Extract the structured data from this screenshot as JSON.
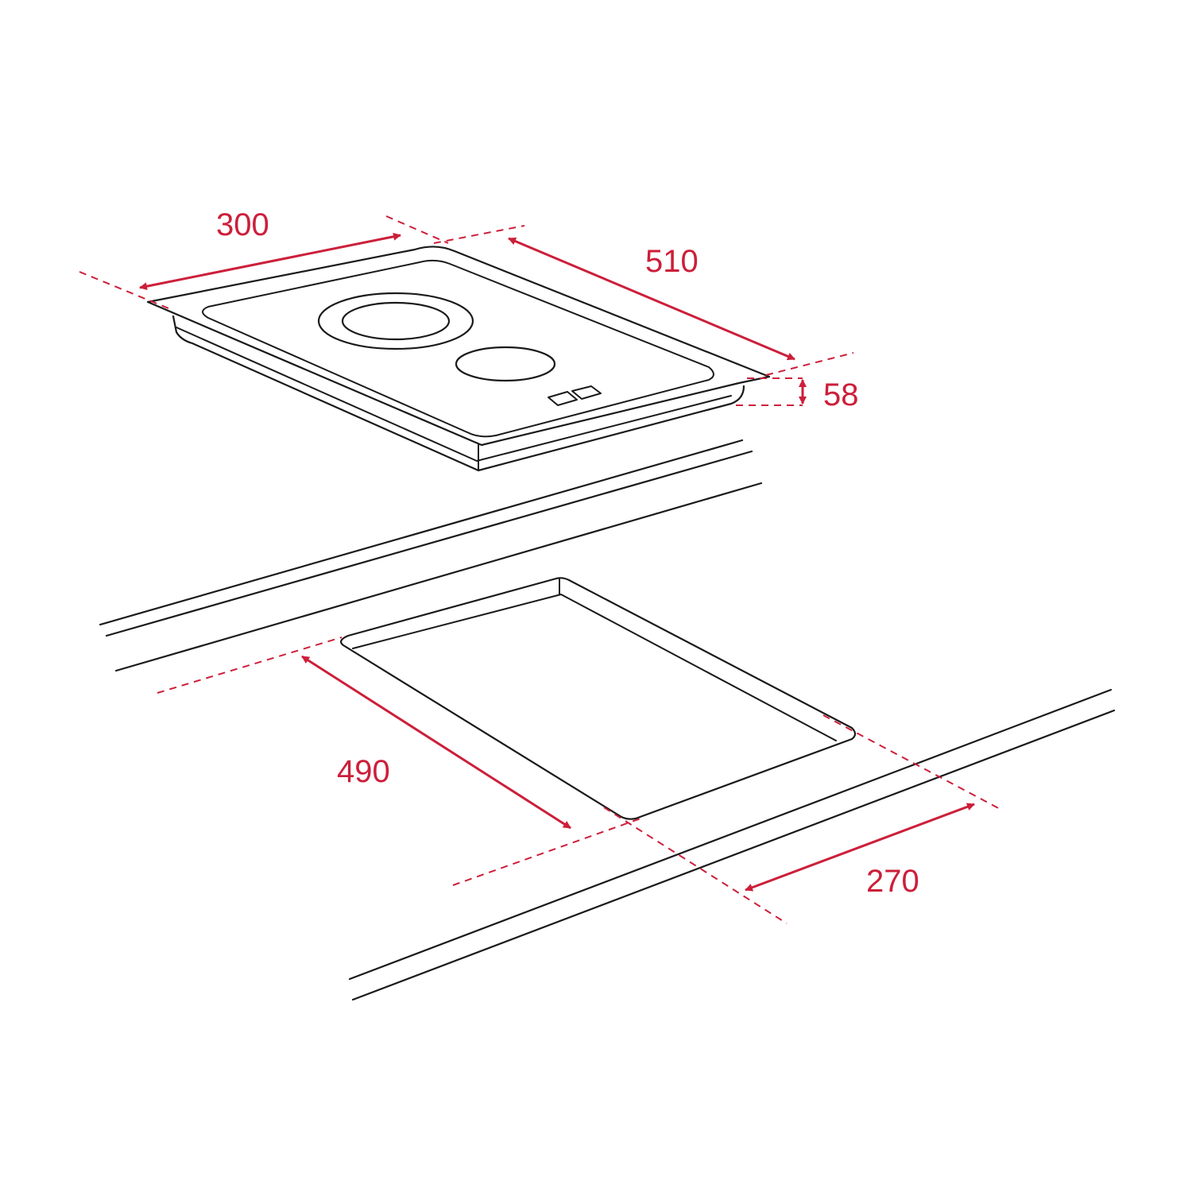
{
  "colors": {
    "line": "#1a1a1a",
    "dimension": "#cc1f3a",
    "background": "#ffffff"
  },
  "hob": {
    "zones": 2,
    "controls": 2
  },
  "dimensions": {
    "width": "300",
    "depth": "510",
    "height": "58",
    "cutout_depth": "490",
    "cutout_width": "270"
  }
}
